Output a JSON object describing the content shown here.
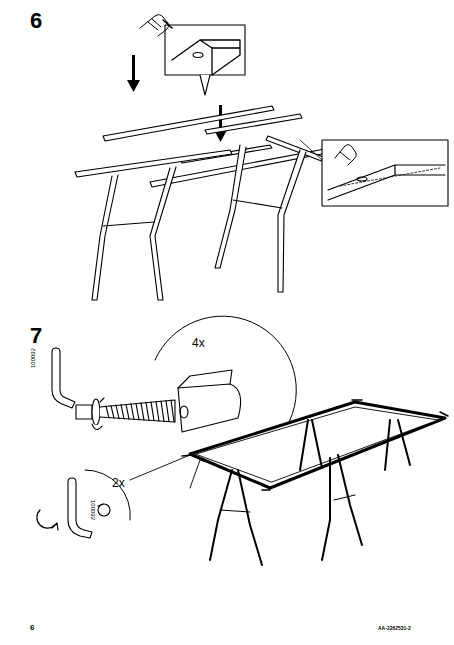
{
  "diagram": {
    "labels": [
      "6",
      "7",
      "4x",
      "100092",
      "2x",
      "100092",
      "6",
      "AA-2262531-2"
    ]
  }
}
